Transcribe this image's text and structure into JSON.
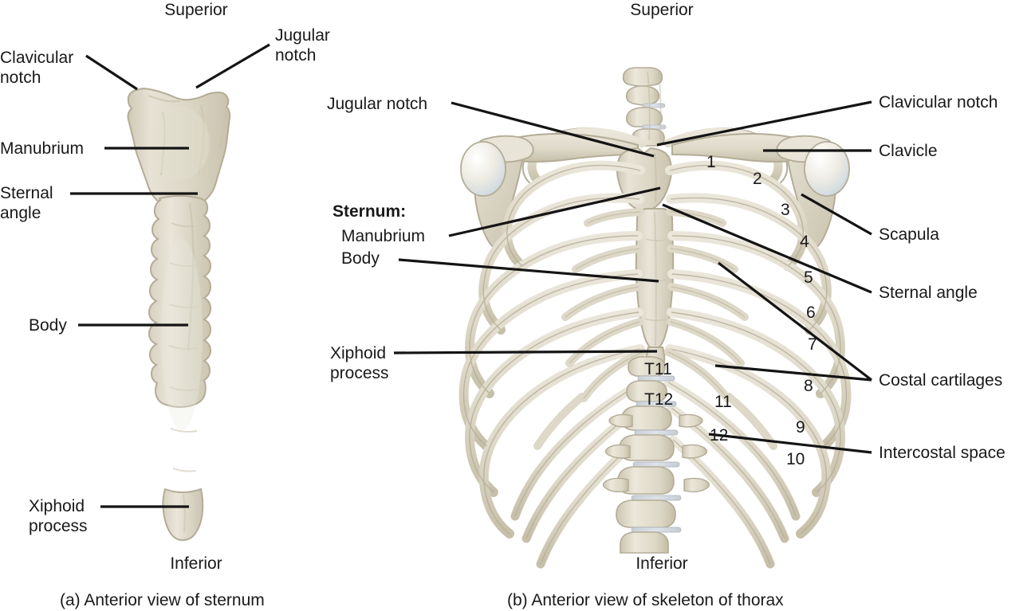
{
  "figure": {
    "title_a": "(a) Anterior view of sternum",
    "title_b": "(b) Anterior view of skeleton of thorax",
    "orientation": {
      "superior": "Superior",
      "inferior": "Inferior"
    },
    "colors": {
      "bone_fill": "#ddd8c8",
      "bone_fill_light": "#e7e3d6",
      "bone_fill_dark": "#cdc7b4",
      "bone_outline": "#b0a994",
      "cartilage": "#d4cfbe",
      "joint_blue": "#dfe7ef",
      "leader_line": "#141414",
      "text": "#191919",
      "background": "#ffffff"
    }
  },
  "panel_a": {
    "caption": "(a) Anterior view of sternum",
    "superior": "Superior",
    "inferior": "Inferior",
    "labels": [
      {
        "id": "clavicular-notch",
        "text": "Clavicular\nnotch",
        "line1": "Clavicular",
        "line2": "notch"
      },
      {
        "id": "jugular-notch",
        "text": "Jugular\nnotch",
        "line1": "Jugular",
        "line2": "notch"
      },
      {
        "id": "manubrium",
        "text": "Manubrium"
      },
      {
        "id": "sternal-angle",
        "text": "Sternal\nangle",
        "line1": "Sternal",
        "line2": "angle"
      },
      {
        "id": "body",
        "text": "Body"
      },
      {
        "id": "xiphoid-process",
        "text": "Xiphoid\nprocess",
        "line1": "Xiphoid",
        "line2": "process"
      }
    ]
  },
  "panel_b": {
    "caption": "(b) Anterior view of skeleton of thorax",
    "superior": "Superior",
    "inferior": "Inferior",
    "labels_left": [
      {
        "id": "jugular-notch",
        "text": "Jugular notch"
      },
      {
        "id": "sternum-heading",
        "text": "Sternum:",
        "bold": true
      },
      {
        "id": "sternum-manubrium",
        "text": "Manubrium"
      },
      {
        "id": "sternum-body",
        "text": "Body"
      },
      {
        "id": "xiphoid-process",
        "line1": "Xiphoid",
        "line2": "process"
      }
    ],
    "labels_right": [
      {
        "id": "clavicular-notch",
        "text": "Clavicular notch"
      },
      {
        "id": "clavicle",
        "text": "Clavicle"
      },
      {
        "id": "scapula",
        "text": "Scapula"
      },
      {
        "id": "sternal-angle",
        "text": "Sternal angle"
      },
      {
        "id": "costal-cartilages",
        "text": "Costal cartilages"
      },
      {
        "id": "intercostal-space",
        "text": "Intercostal space"
      }
    ],
    "vertebrae": [
      "T11",
      "T12"
    ],
    "rib_numbers": [
      "1",
      "2",
      "3",
      "4",
      "5",
      "6",
      "7",
      "8",
      "9",
      "10",
      "11",
      "12"
    ]
  },
  "chart_data": {
    "type": "diagram",
    "title": "Sternum and skeleton of the thorax",
    "panels": [
      {
        "key": "a",
        "caption": "(a) Anterior view of sternum",
        "annotations": [
          "Clavicular notch",
          "Jugular notch",
          "Manubrium",
          "Sternal angle",
          "Body",
          "Xiphoid process",
          "Superior",
          "Inferior"
        ]
      },
      {
        "key": "b",
        "caption": "(b) Anterior view of skeleton of thorax",
        "annotations": [
          "Jugular notch",
          "Sternum:",
          "Manubrium",
          "Body",
          "Xiphoid process",
          "Clavicular notch",
          "Clavicle",
          "Scapula",
          "Sternal angle",
          "Costal cartilages",
          "Intercostal space",
          "Superior",
          "Inferior"
        ],
        "numbered_ribs": [
          "1",
          "2",
          "3",
          "4",
          "5",
          "6",
          "7",
          "8",
          "9",
          "10",
          "11",
          "12"
        ],
        "numbered_vertebrae": [
          "T11",
          "T12"
        ]
      }
    ]
  }
}
